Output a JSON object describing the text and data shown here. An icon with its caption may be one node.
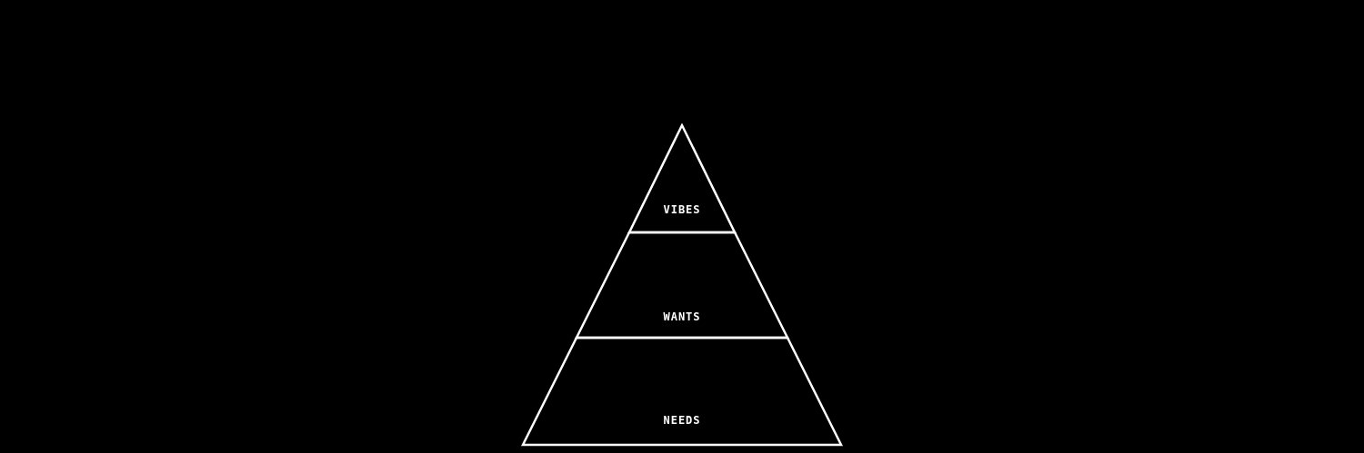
{
  "diagram": {
    "nodes": [
      {
        "text": [
          "VIBES"
        ]
      },
      {
        "text": [
          "WANTS"
        ]
      },
      {
        "text": [
          "NEEDS"
        ]
      }
    ]
  }
}
